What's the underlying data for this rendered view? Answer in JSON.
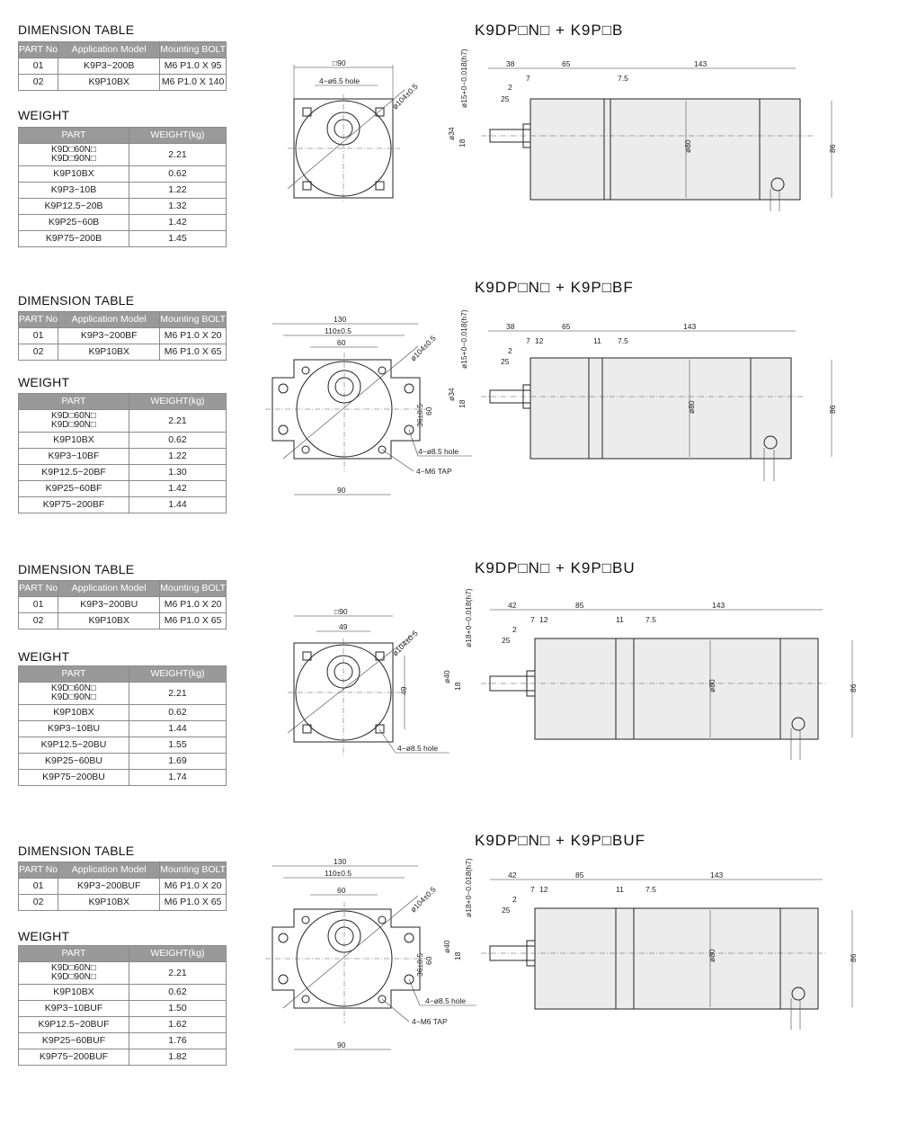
{
  "sections": [
    {
      "dimension_label": "DIMENSION TABLE",
      "weight_label": "WEIGHT",
      "title": "K9DP□N□ + K9P□B",
      "dim_headers": [
        "PART No",
        "Application Model",
        "Mounting BOLT"
      ],
      "dim_rows": [
        [
          "01",
          "K9P3~200B",
          "M6 P1.0 X 95"
        ],
        [
          "02",
          "K9P10BX",
          "M6 P1.0 X 140"
        ]
      ],
      "weight_headers": [
        "PART",
        "WEIGHT(kg)"
      ],
      "weight_rows": [
        [
          "K9D□60N□\nK9D□90N□",
          "2.21"
        ],
        [
          "K9P10BX",
          "0.62"
        ],
        [
          "K9P3~10B",
          "1.22"
        ],
        [
          "K9P12.5~20B",
          "1.32"
        ],
        [
          "K9P25~60B",
          "1.42"
        ],
        [
          "K9P75~200B",
          "1.45"
        ]
      ],
      "front": {
        "top": "□90",
        "hole": "4−ø6.5 hole",
        "pcd": "ø104±0.5"
      },
      "side": {
        "d1": "38",
        "d2": "65",
        "d3": "143",
        "d4": "7",
        "d5": "2",
        "d6": "25",
        "d7": "7.5",
        "shaft": "ø15+0−0.018(h7)",
        "boss": "ø34",
        "s18": "18",
        "body": "ø80",
        "h": "86"
      }
    },
    {
      "dimension_label": "DIMENSION TABLE",
      "weight_label": "WEIGHT",
      "title": "K9DP□N□ + K9P□BF",
      "dim_headers": [
        "PART No",
        "Application Model",
        "Mounting BOLT"
      ],
      "dim_rows": [
        [
          "01",
          "K9P3~200BF",
          "M6 P1.0 X 20"
        ],
        [
          "02",
          "K9P10BX",
          "M6 P1.0 X 65"
        ]
      ],
      "weight_headers": [
        "PART",
        "WEIGHT(kg)"
      ],
      "weight_rows": [
        [
          "K9D□60N□\nK9D□90N□",
          "2.21"
        ],
        [
          "K9P10BX",
          "0.62"
        ],
        [
          "K9P3~10BF",
          "1.22"
        ],
        [
          "K9P12.5~20BF",
          "1.30"
        ],
        [
          "K9P25~60BF",
          "1.42"
        ],
        [
          "K9P75~200BF",
          "1.44"
        ]
      ],
      "front": {
        "w130": "130",
        "w110": "110±0.5",
        "w60": "60",
        "pcd": "ø104±0.5",
        "h36": "36±0.5",
        "h60": "60",
        "hole": "4−ø8.5 hole",
        "tap": "4−M6 TAP",
        "w90": "90"
      },
      "side": {
        "d1": "38",
        "d2": "65",
        "d3": "143",
        "d4": "7",
        "d5": "12",
        "d6": "2",
        "d7": "25",
        "d8": "11",
        "d9": "7.5",
        "shaft": "ø15+0−0.018(h7)",
        "boss": "ø34",
        "s18": "18",
        "body": "ø80",
        "h": "86"
      }
    },
    {
      "dimension_label": "DIMENSION TABLE",
      "weight_label": "WEIGHT",
      "title": "K9DP□N□ + K9P□BU",
      "dim_headers": [
        "PART No",
        "Application Model",
        "Mounting BOLT"
      ],
      "dim_rows": [
        [
          "01",
          "K9P3~200BU",
          "M6 P1.0 X 20"
        ],
        [
          "02",
          "K9P10BX",
          "M6 P1.0 X 65"
        ]
      ],
      "weight_headers": [
        "PART",
        "WEIGHT(kg)"
      ],
      "weight_rows": [
        [
          "K9D□60N□\nK9D□90N□",
          "2.21"
        ],
        [
          "K9P10BX",
          "0.62"
        ],
        [
          "K9P3~10BU",
          "1.44"
        ],
        [
          "K9P12.5~20BU",
          "1.55"
        ],
        [
          "K9P25~60BU",
          "1.69"
        ],
        [
          "K9P75~200BU",
          "1.74"
        ]
      ],
      "front": {
        "top": "□90",
        "w49": "49",
        "pcd": "ø104±0.5",
        "h49": "49",
        "hole": "4−ø8.5 hole"
      },
      "side": {
        "d1": "42",
        "d2": "85",
        "d3": "143",
        "d4": "7",
        "d5": "12",
        "d6": "2",
        "d7": "25",
        "d8": "11",
        "d9": "7.5",
        "shaft": "ø18+0−0.018(h7)",
        "boss": "ø40",
        "s18": "18",
        "body": "ø80",
        "h": "86"
      }
    },
    {
      "dimension_label": "DIMENSION TABLE",
      "weight_label": "WEIGHT",
      "title": "K9DP□N□ + K9P□BUF",
      "dim_headers": [
        "PART No",
        "Application Model",
        "Mounting BOLT"
      ],
      "dim_rows": [
        [
          "01",
          "K9P3~200BUF",
          "M6 P1.0 X 20"
        ],
        [
          "02",
          "K9P10BX",
          "M6 P1.0 X 65"
        ]
      ],
      "weight_headers": [
        "PART",
        "WEIGHT(kg)"
      ],
      "weight_rows": [
        [
          "K9D□60N□\nK9D□90N□",
          "2.21"
        ],
        [
          "K9P10BX",
          "0.62"
        ],
        [
          "K9P3~10BUF",
          "1.50"
        ],
        [
          "K9P12.5~20BUF",
          "1.62"
        ],
        [
          "K9P25~60BUF",
          "1.76"
        ],
        [
          "K9P75~200BUF",
          "1.82"
        ]
      ],
      "front": {
        "w130": "130",
        "w110": "110±0.5",
        "w60": "60",
        "pcd": "ø104±0.5",
        "h36": "36±0.5",
        "h60": "60",
        "hole": "4−ø8.5 hole",
        "tap": "4−M6 TAP",
        "w90": "90"
      },
      "side": {
        "d1": "42",
        "d2": "85",
        "d3": "143",
        "d4": "7",
        "d5": "12",
        "d6": "2",
        "d7": "25",
        "d8": "11",
        "d9": "7.5",
        "shaft": "ø18+0−0.018(h7)",
        "boss": "ø40",
        "s18": "18",
        "body": "ø80",
        "h": "86"
      }
    }
  ]
}
